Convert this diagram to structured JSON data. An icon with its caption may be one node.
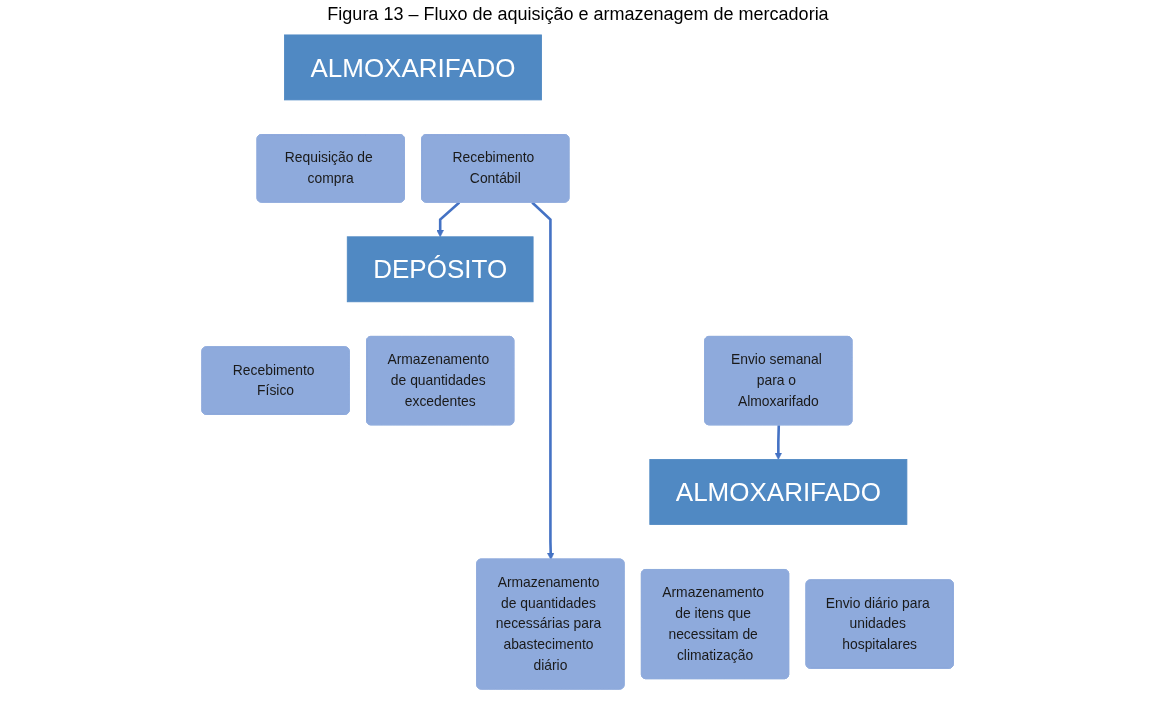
{
  "diagram": {
    "title": "Figura 13 – Fluxo de aquisição e armazenagem de mercadoria",
    "nodes": [
      {
        "text": [
          "ALMOXARIFADO"
        ]
      },
      {
        "text": [
          "Requisição de compra"
        ]
      },
      {
        "text": [
          "Recebimento Contábil"
        ]
      },
      {
        "text": [
          "DEPÓSITO"
        ]
      },
      {
        "text": [
          "Recebimento Físico"
        ]
      },
      {
        "text": [
          "Armazenamento de quantidades excedentes"
        ]
      },
      {
        "text": [
          "Envio semanal para o Almoxarifado"
        ]
      },
      {
        "text": [
          "ALMOXARIFADO"
        ]
      },
      {
        "text": [
          "Armazenamento de quantidades necessárias para abastecimento diário"
        ]
      },
      {
        "text": [
          "Armazenamento de itens que necessitam de climatização"
        ]
      },
      {
        "text": [
          "Envio diário para unidades hospitalares"
        ]
      }
    ],
    "edges": [
      {
        "from": 2,
        "to": 3,
        "arrow": "to"
      },
      {
        "from": 6,
        "to": 7,
        "arrow": "to"
      },
      {
        "from": 2,
        "to": 8,
        "arrow": "to"
      }
    ]
  }
}
